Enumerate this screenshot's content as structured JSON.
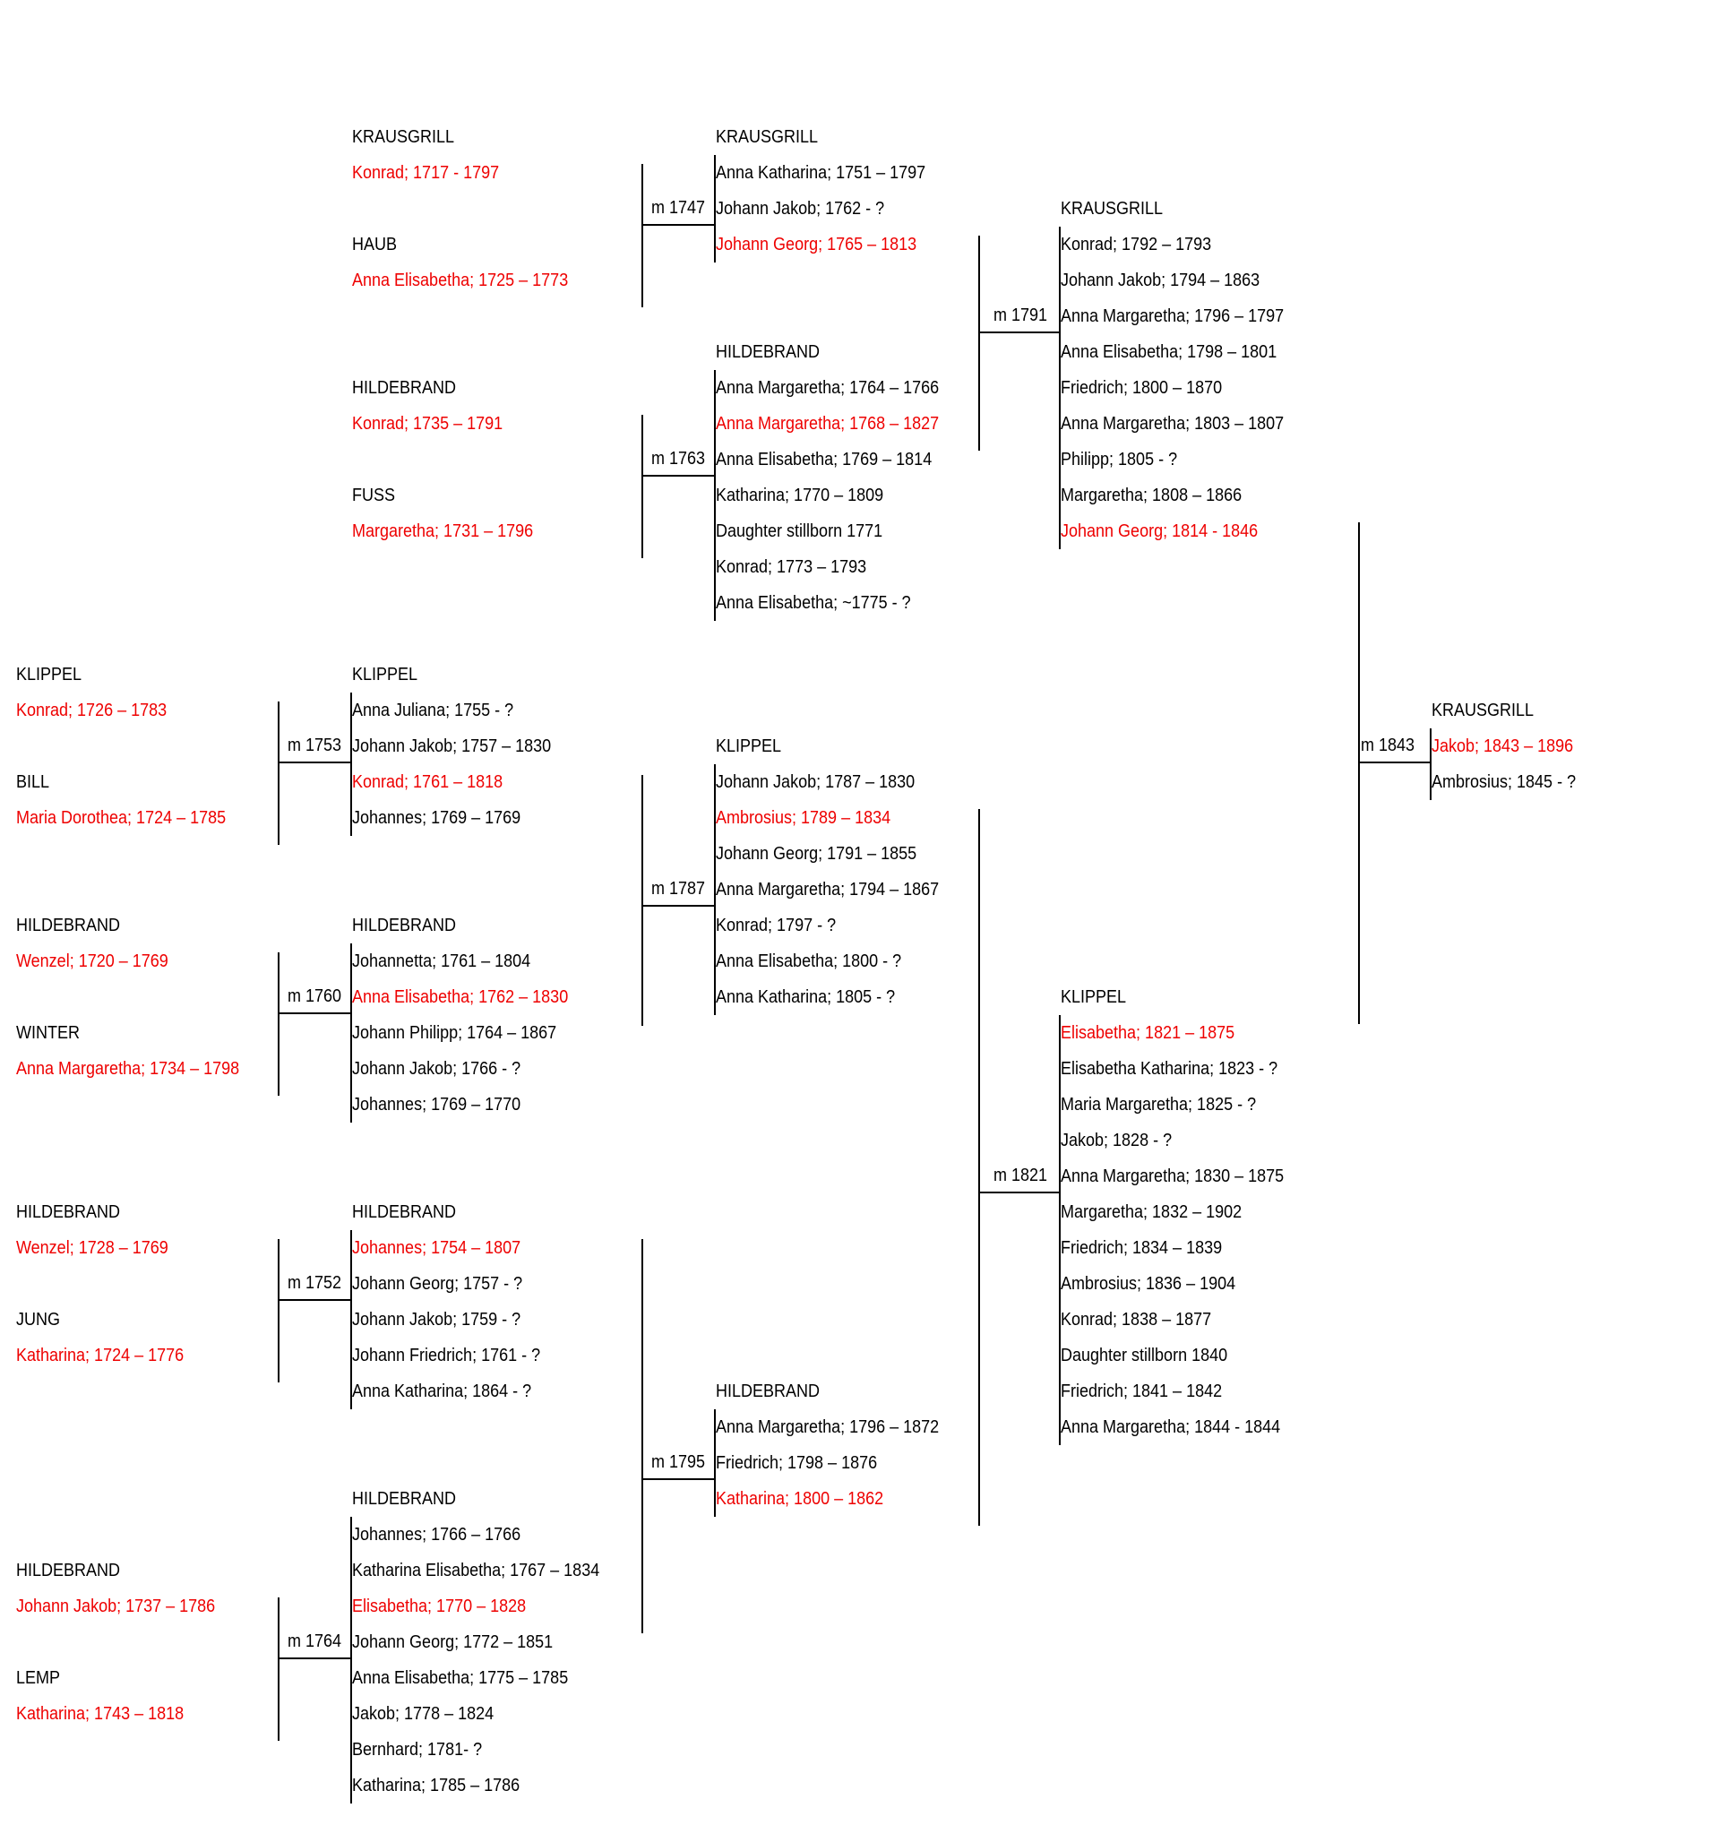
{
  "colors": {
    "text": "#000000",
    "highlight": "#ee0000",
    "lines": "#000000"
  },
  "blocks": [
    {
      "id": "a1",
      "lines": [
        {
          "t": "KRAUSGRILL"
        },
        {
          "t": "Konrad; 1717 - 1797",
          "red": true
        }
      ]
    },
    {
      "id": "a2",
      "lines": [
        {
          "t": "HAUB"
        },
        {
          "t": "Anna Elisabetha; 1725 – 1773",
          "red": true
        }
      ]
    },
    {
      "id": "a3",
      "lines": [
        {
          "t": "HILDEBRAND"
        },
        {
          "t": "Konrad; 1735 – 1791",
          "red": true
        }
      ]
    },
    {
      "id": "a4",
      "lines": [
        {
          "t": "FUSS"
        },
        {
          "t": "Margaretha; 1731 – 1796",
          "red": true
        }
      ]
    },
    {
      "id": "b1",
      "lines": [
        {
          "t": "KLIPPEL"
        },
        {
          "t": "Konrad; 1726 – 1783",
          "red": true
        }
      ]
    },
    {
      "id": "b2",
      "lines": [
        {
          "t": "BILL"
        },
        {
          "t": "Maria Dorothea; 1724 – 1785",
          "red": true
        }
      ]
    },
    {
      "id": "b3",
      "lines": [
        {
          "t": "HILDEBRAND"
        },
        {
          "t": "Wenzel; 1720 – 1769",
          "red": true
        }
      ]
    },
    {
      "id": "b4",
      "lines": [
        {
          "t": "WINTER"
        },
        {
          "t": "Anna Margaretha; 1734 – 1798",
          "red": true
        }
      ]
    },
    {
      "id": "b5",
      "lines": [
        {
          "t": "HILDEBRAND"
        },
        {
          "t": "Wenzel; 1728 – 1769",
          "red": true
        }
      ]
    },
    {
      "id": "b6",
      "lines": [
        {
          "t": "JUNG"
        },
        {
          "t": "Katharina; 1724 – 1776",
          "red": true
        }
      ]
    },
    {
      "id": "b7",
      "lines": [
        {
          "t": "HILDEBRAND"
        },
        {
          "t": "Johann Jakob; 1737 – 1786",
          "red": true
        }
      ]
    },
    {
      "id": "b8",
      "lines": [
        {
          "t": "LEMP"
        },
        {
          "t": "Katharina; 1743 – 1818",
          "red": true
        }
      ]
    },
    {
      "id": "c1",
      "lines": [
        {
          "t": "KRAUSGRILL"
        },
        {
          "t": "Anna Katharina; 1751 – 1797"
        },
        {
          "t": "Johann Jakob; 1762 - ?"
        },
        {
          "t": "Johann Georg; 1765 – 1813",
          "red": true
        }
      ]
    },
    {
      "id": "c2",
      "lines": [
        {
          "t": "HILDEBRAND"
        },
        {
          "t": "Anna Margaretha; 1764 – 1766"
        },
        {
          "t": "Anna Margaretha; 1768 – 1827",
          "red": true
        },
        {
          "t": "Anna Elisabetha; 1769 – 1814"
        },
        {
          "t": "Katharina; 1770 – 1809"
        },
        {
          "t": "Daughter stillborn 1771"
        },
        {
          "t": "Konrad; 1773 – 1793"
        },
        {
          "t": "Anna Elisabetha; ~1775 - ?"
        }
      ]
    },
    {
      "id": "d1",
      "lines": [
        {
          "t": "KLIPPEL"
        },
        {
          "t": "Anna Juliana; 1755 - ?"
        },
        {
          "t": "Johann Jakob; 1757 – 1830"
        },
        {
          "t": "Konrad; 1761 – 1818",
          "red": true
        },
        {
          "t": "Johannes; 1769 – 1769"
        }
      ]
    },
    {
      "id": "d2",
      "lines": [
        {
          "t": "HILDEBRAND"
        },
        {
          "t": "Johannetta; 1761 – 1804"
        },
        {
          "t": "Anna Elisabetha; 1762 – 1830",
          "red": true
        },
        {
          "t": "Johann Philipp; 1764 – 1867"
        },
        {
          "t": "Johann Jakob; 1766 - ?"
        },
        {
          "t": "Johannes; 1769 – 1770"
        }
      ]
    },
    {
      "id": "d3",
      "lines": [
        {
          "t": "HILDEBRAND"
        },
        {
          "t": "Johannes; 1754 – 1807",
          "red": true
        },
        {
          "t": "Johann Georg; 1757 - ?"
        },
        {
          "t": "Johann Jakob; 1759 - ?"
        },
        {
          "t": "Johann Friedrich; 1761 - ?"
        },
        {
          "t": "Anna Katharina; 1864 - ?"
        }
      ]
    },
    {
      "id": "d4",
      "lines": [
        {
          "t": "HILDEBRAND"
        },
        {
          "t": "Johannes; 1766 – 1766"
        },
        {
          "t": "Katharina Elisabetha; 1767 – 1834"
        },
        {
          "t": "Elisabetha; 1770 – 1828",
          "red": true
        },
        {
          "t": "Johann Georg; 1772 – 1851"
        },
        {
          "t": "Anna Elisabetha; 1775 – 1785"
        },
        {
          "t": "Jakob; 1778 – 1824"
        },
        {
          "t": "Bernhard; 1781- ?"
        },
        {
          "t": "Katharina; 1785 – 1786"
        }
      ]
    },
    {
      "id": "e1",
      "lines": [
        {
          "t": "KLIPPEL"
        },
        {
          "t": "Johann Jakob; 1787 – 1830"
        },
        {
          "t": "Ambrosius; 1789 – 1834",
          "red": true
        },
        {
          "t": "Johann Georg; 1791 – 1855"
        },
        {
          "t": "Anna Margaretha; 1794 – 1867"
        },
        {
          "t": "Konrad; 1797 - ?"
        },
        {
          "t": "Anna Elisabetha; 1800 - ?"
        },
        {
          "t": "Anna Katharina; 1805 - ?"
        }
      ]
    },
    {
      "id": "e2",
      "lines": [
        {
          "t": "HILDEBRAND"
        },
        {
          "t": "Anna Margaretha; 1796 – 1872"
        },
        {
          "t": "Friedrich; 1798 – 1876"
        },
        {
          "t": "Katharina; 1800 – 1862",
          "red": true
        }
      ]
    },
    {
      "id": "f1",
      "lines": [
        {
          "t": "KRAUSGRILL"
        },
        {
          "t": "Konrad; 1792 – 1793"
        },
        {
          "t": "Johann Jakob; 1794 – 1863"
        },
        {
          "t": "Anna Margaretha; 1796 – 1797"
        },
        {
          "t": "Anna Elisabetha; 1798 – 1801"
        },
        {
          "t": "Friedrich; 1800 – 1870"
        },
        {
          "t": "Anna Margaretha; 1803 – 1807"
        },
        {
          "t": "Philipp; 1805 - ?"
        },
        {
          "t": "Margaretha; 1808 – 1866"
        },
        {
          "t": "Johann Georg; 1814 - 1846",
          "red": true
        }
      ]
    },
    {
      "id": "f2",
      "lines": [
        {
          "t": "KLIPPEL"
        },
        {
          "t": "Elisabetha; 1821 – 1875",
          "red": true
        },
        {
          "t": "Elisabetha Katharina; 1823 - ?"
        },
        {
          "t": "Maria Margaretha; 1825 - ?"
        },
        {
          "t": "Jakob; 1828 - ?"
        },
        {
          "t": "Anna Margaretha; 1830 – 1875"
        },
        {
          "t": "Margaretha; 1832 – 1902"
        },
        {
          "t": "Friedrich; 1834 – 1839"
        },
        {
          "t": "Ambrosius; 1836 – 1904"
        },
        {
          "t": "Konrad; 1838 – 1877"
        },
        {
          "t": "Daughter stillborn 1840"
        },
        {
          "t": "Friedrich; 1841 – 1842"
        },
        {
          "t": "Anna Margaretha; 1844 - 1844"
        }
      ]
    },
    {
      "id": "g1",
      "lines": [
        {
          "t": "KRAUSGRILL"
        },
        {
          "t": "Jakob; 1843 – 1896",
          "red": true
        },
        {
          "t": "Ambrosius; 1845 - ?"
        }
      ]
    }
  ],
  "marriages": [
    {
      "id": "m1",
      "label": "m 1747"
    },
    {
      "id": "m2",
      "label": "m 1763"
    },
    {
      "id": "m3",
      "label": "m 1753"
    },
    {
      "id": "m4",
      "label": "m 1760"
    },
    {
      "id": "m5",
      "label": "m 1752"
    },
    {
      "id": "m6",
      "label": "m 1764"
    },
    {
      "id": "m7",
      "label": "m 1787"
    },
    {
      "id": "m8",
      "label": "m 1795"
    },
    {
      "id": "m9",
      "label": "m 1791"
    },
    {
      "id": "m10",
      "label": "m 1821"
    },
    {
      "id": "m11",
      "label": "m 1843"
    }
  ]
}
